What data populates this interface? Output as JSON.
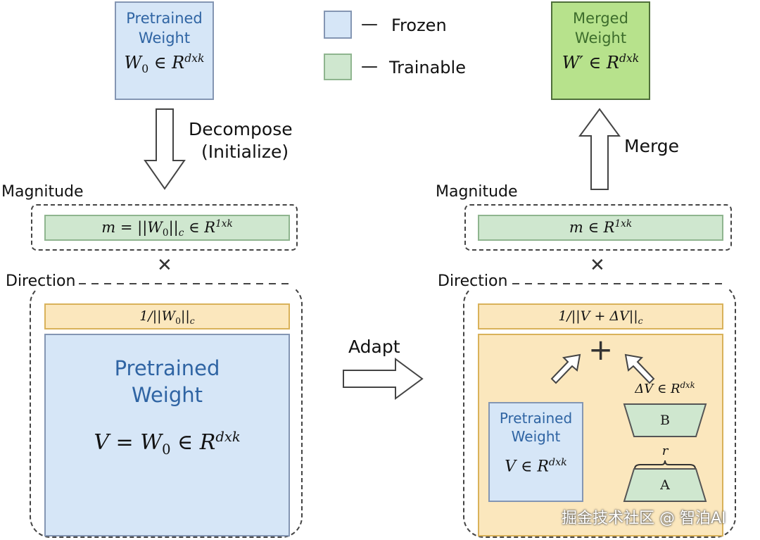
{
  "top_left": {
    "title_line1": "Pretrained",
    "title_line2": "Weight",
    "formula_base": "W",
    "formula_sub": "0",
    "formula_mid": " ∈ R",
    "formula_sup": "dxk"
  },
  "legend": {
    "frozen_label": "Frozen",
    "trainable_label": "Trainable",
    "dash_symbol": "—"
  },
  "top_right": {
    "title_line1": "Merged",
    "title_line2": "Weight",
    "formula_main": "W′ ∈ R",
    "formula_sup": "dxk"
  },
  "decompose": {
    "line1": "Decompose",
    "line2": "(Initialize)"
  },
  "merge_label": "Merge",
  "adapt_label": "Adapt",
  "left_panel": {
    "magnitude_label": "Magnitude",
    "magnitude_main": "m = ||W",
    "magnitude_sub0": "0",
    "magnitude_mid": "||",
    "magnitude_subc": "c",
    "magnitude_tail": " ∈ R",
    "magnitude_sup": "1xk",
    "times_symbol": "✕",
    "direction_label": "Direction",
    "norm_main": "1/||W",
    "norm_sub0": "0",
    "norm_mid": "||",
    "norm_subc": "c",
    "pretrained_line1": "Pretrained",
    "pretrained_line2": "Weight",
    "v_main": "V = W",
    "v_sub": "0",
    "v_tail": " ∈ R",
    "v_sup": "dxk"
  },
  "right_panel": {
    "magnitude_label": "Magnitude",
    "magnitude_main": "m ∈ R",
    "magnitude_sup": "1xk",
    "times_symbol": "✕",
    "direction_label": "Direction",
    "norm_main": "1/||V + ΔV||",
    "norm_subc": "c",
    "plus_symbol": "+",
    "delta_main": "ΔV ∈ R",
    "delta_sup": "dxk",
    "b_label": "B",
    "r_label": "r",
    "a_label": "A",
    "pretrained_line1": "Pretrained",
    "pretrained_line2": "Weight",
    "v_main": "V ∈ R",
    "v_sup": "dxk"
  },
  "watermark": "掘金技术社区 @ 智泊AI",
  "colors": {
    "frozen": "#d6e6f7",
    "trainable": "#cfe7cf",
    "merged": "#b7e28c",
    "orange": "#fbe7bd",
    "blue_text": "#2f64a3",
    "green_text": "#3d6d2c"
  }
}
